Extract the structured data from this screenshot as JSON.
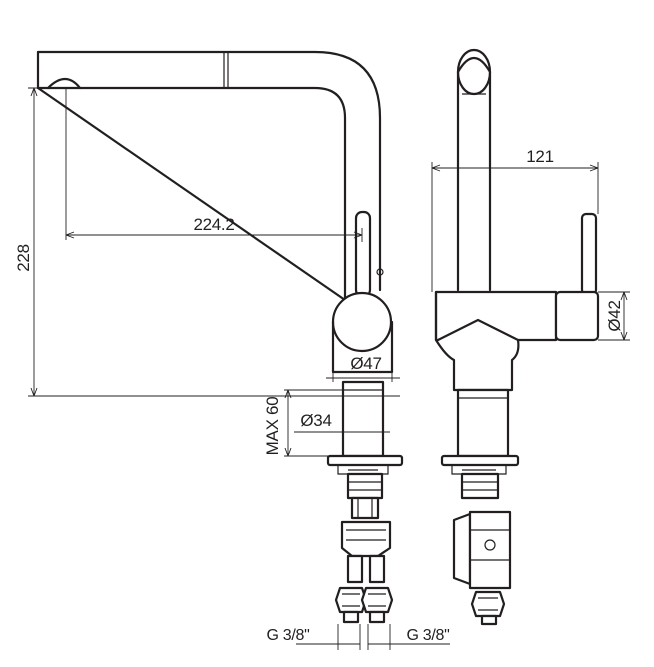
{
  "dimensions": {
    "height": "228",
    "spout_reach": "224.2",
    "side_depth": "121",
    "lever_diameter": "Ø42",
    "body_diameter": "Ø47",
    "hole_diameter": "Ø34",
    "max_deck_thickness": "MAX 60",
    "inlet_left": "G 3/8\"",
    "inlet_right": "G 3/8\""
  }
}
